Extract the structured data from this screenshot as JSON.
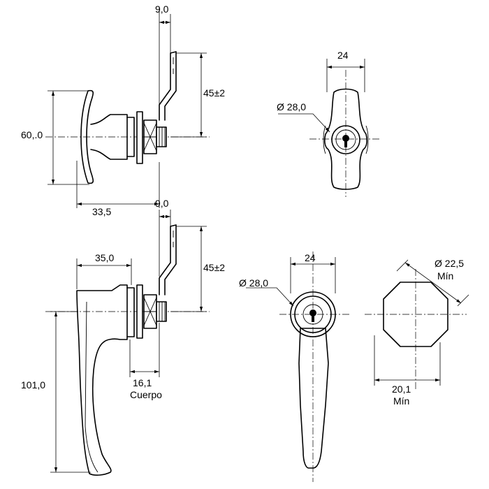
{
  "dimensions": {
    "top_gap": "9,0",
    "top_stroke": "45±2",
    "top_height": "60,.0",
    "top_length": "33,5",
    "top_front_width": "24",
    "top_front_diameter": "Ø 28,0",
    "bottom_gap": "9,0",
    "bottom_reach": "35,0",
    "bottom_stroke": "45±2",
    "bottom_height": "101,0",
    "body_length": "16,1",
    "body_label": "Cuerpo",
    "bottom_front_width": "24",
    "bottom_front_diameter": "Ø 28,0",
    "cutout_diameter": "Ø 22,5",
    "cutout_min_1": "Mín",
    "cutout_width": "20,1",
    "cutout_min_2": "Mín"
  }
}
